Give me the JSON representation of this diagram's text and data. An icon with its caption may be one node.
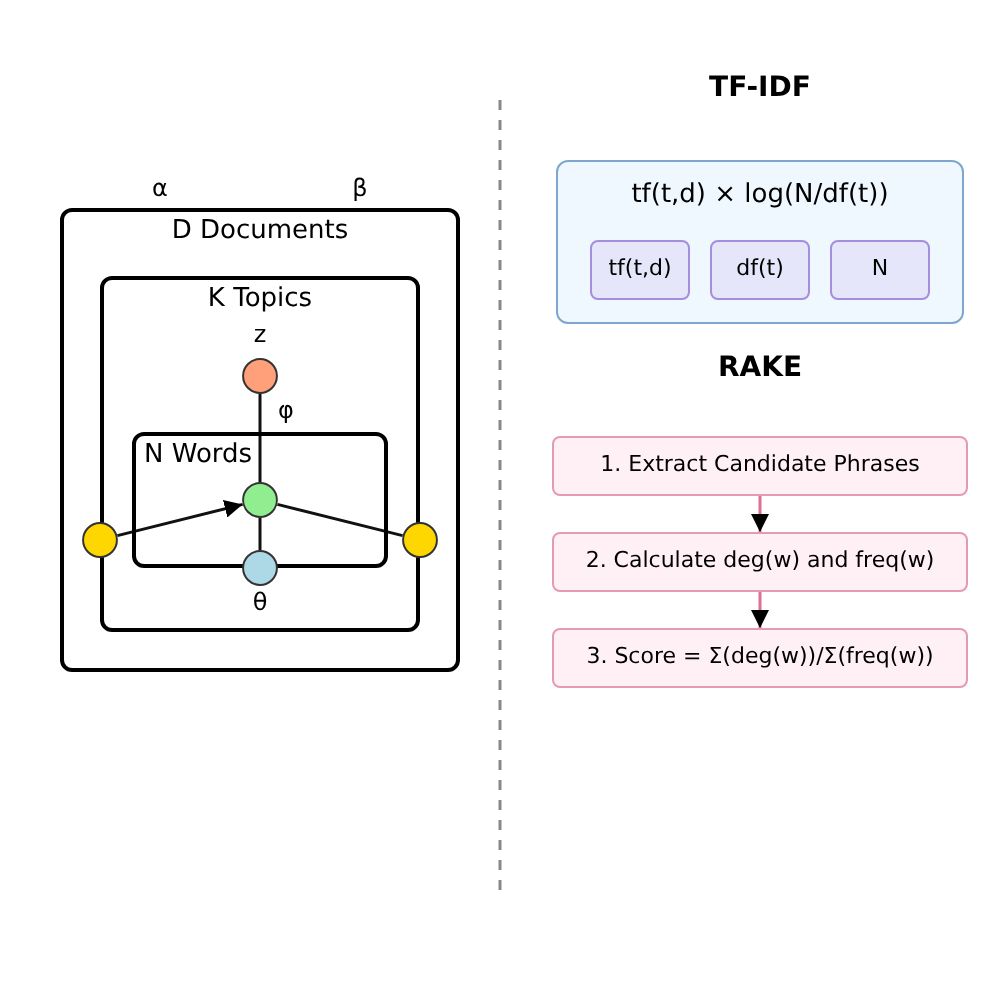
{
  "diagram": {
    "nodes": [
      {
        "text": [
          "D Documents"
        ]
      },
      {
        "text": [
          "K Topics"
        ],
        "in": 0
      },
      {
        "text": [
          "N Words"
        ],
        "in": 1
      },
      {
        "text": [],
        "shape": "circle",
        "in": 1,
        "beside": [
          "z"
        ]
      },
      {
        "text": [],
        "shape": "circle",
        "in": 2
      },
      {
        "text": [],
        "shape": "circle",
        "in": 0
      },
      {
        "text": [],
        "shape": "circle",
        "in": 0
      },
      {
        "text": [],
        "shape": "circle",
        "in": 1,
        "beside": [
          "θ"
        ]
      },
      {
        "text": [
          "tf(t,d) × log(N/df(t))"
        ]
      },
      {
        "text": [
          "tf(t,d)"
        ],
        "in": 8
      },
      {
        "text": [
          "df(t)"
        ],
        "in": 8
      },
      {
        "text": [
          "N"
        ],
        "in": 8
      },
      {
        "text": [
          "1. Extract Candidate Phrases"
        ]
      },
      {
        "text": [
          "2. Calculate deg(w) and freq(w)"
        ]
      },
      {
        "text": [
          "3. Score = Σ(deg(w))/Σ(freq(w))"
        ]
      }
    ],
    "edges": [
      {
        "from": 5,
        "to": 4,
        "arrow": "to"
      },
      {
        "from": 6,
        "to": 4,
        "arrow": "none"
      },
      {
        "from": 3,
        "to": 4,
        "arrow": "none"
      },
      {
        "from": 4,
        "to": 7,
        "arrow": "none"
      },
      {
        "from": 12,
        "to": 13,
        "arrow": "to",
        "color": "#db7093"
      },
      {
        "from": 13,
        "to": 14,
        "arrow": "to",
        "color": "#db7093"
      }
    ],
    "labels": [
      "α",
      "β",
      "φ",
      "TF-IDF",
      "RAKE"
    ]
  }
}
